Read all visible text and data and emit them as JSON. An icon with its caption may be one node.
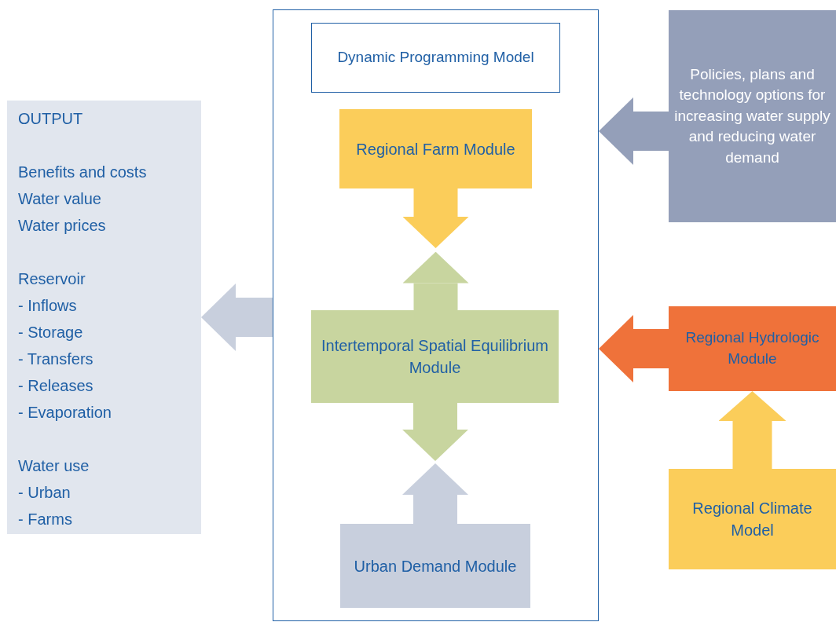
{
  "diagram": {
    "nodes": [
      {
        "text": [],
        "shape": "box"
      },
      {
        "text": [
          "Dynamic Programming Model"
        ],
        "in": 0
      },
      {
        "text": [
          "Regional Farm Module"
        ],
        "in": 0
      },
      {
        "text": [
          "Intertemporal Spatial Equilibrium Module"
        ],
        "in": 0
      },
      {
        "text": [
          "Urban Demand Module"
        ],
        "in": 0
      },
      {
        "text": [
          "OUTPUT",
          "Benefits and costs",
          "Water value",
          "Water prices",
          "Reservoir",
          "- Inflows",
          "- Storage",
          "- Transfers",
          "- Releases",
          "- Evaporation",
          "Water use",
          "- Urban",
          "- Farms"
        ]
      },
      {
        "text": [
          "Policies, plans and technology options for increasing water supply and reducing water demand"
        ]
      },
      {
        "text": [
          "Regional Hydrologic Module"
        ]
      },
      {
        "text": [
          "Regional Climate Model"
        ]
      }
    ],
    "edges": [
      {
        "from": 2,
        "to": 3,
        "arrow": "to",
        "color": "#fbcd5a"
      },
      {
        "from": 3,
        "to": 2,
        "arrow": "to",
        "color": "#c8d59f"
      },
      {
        "from": 3,
        "to": 4,
        "arrow": "to",
        "color": "#c8d59f"
      },
      {
        "from": 4,
        "to": 3,
        "arrow": "to",
        "color": "#c8cfdd"
      },
      {
        "from": 0,
        "to": 5,
        "arrow": "to",
        "color": "#c8cfdd"
      },
      {
        "from": 6,
        "to": 0,
        "arrow": "to",
        "color": "#949fb9"
      },
      {
        "from": 7,
        "to": 0,
        "arrow": "to",
        "color": "#ef723a"
      },
      {
        "from": 8,
        "to": 7,
        "arrow": "to",
        "color": "#fbcd5a"
      }
    ]
  }
}
